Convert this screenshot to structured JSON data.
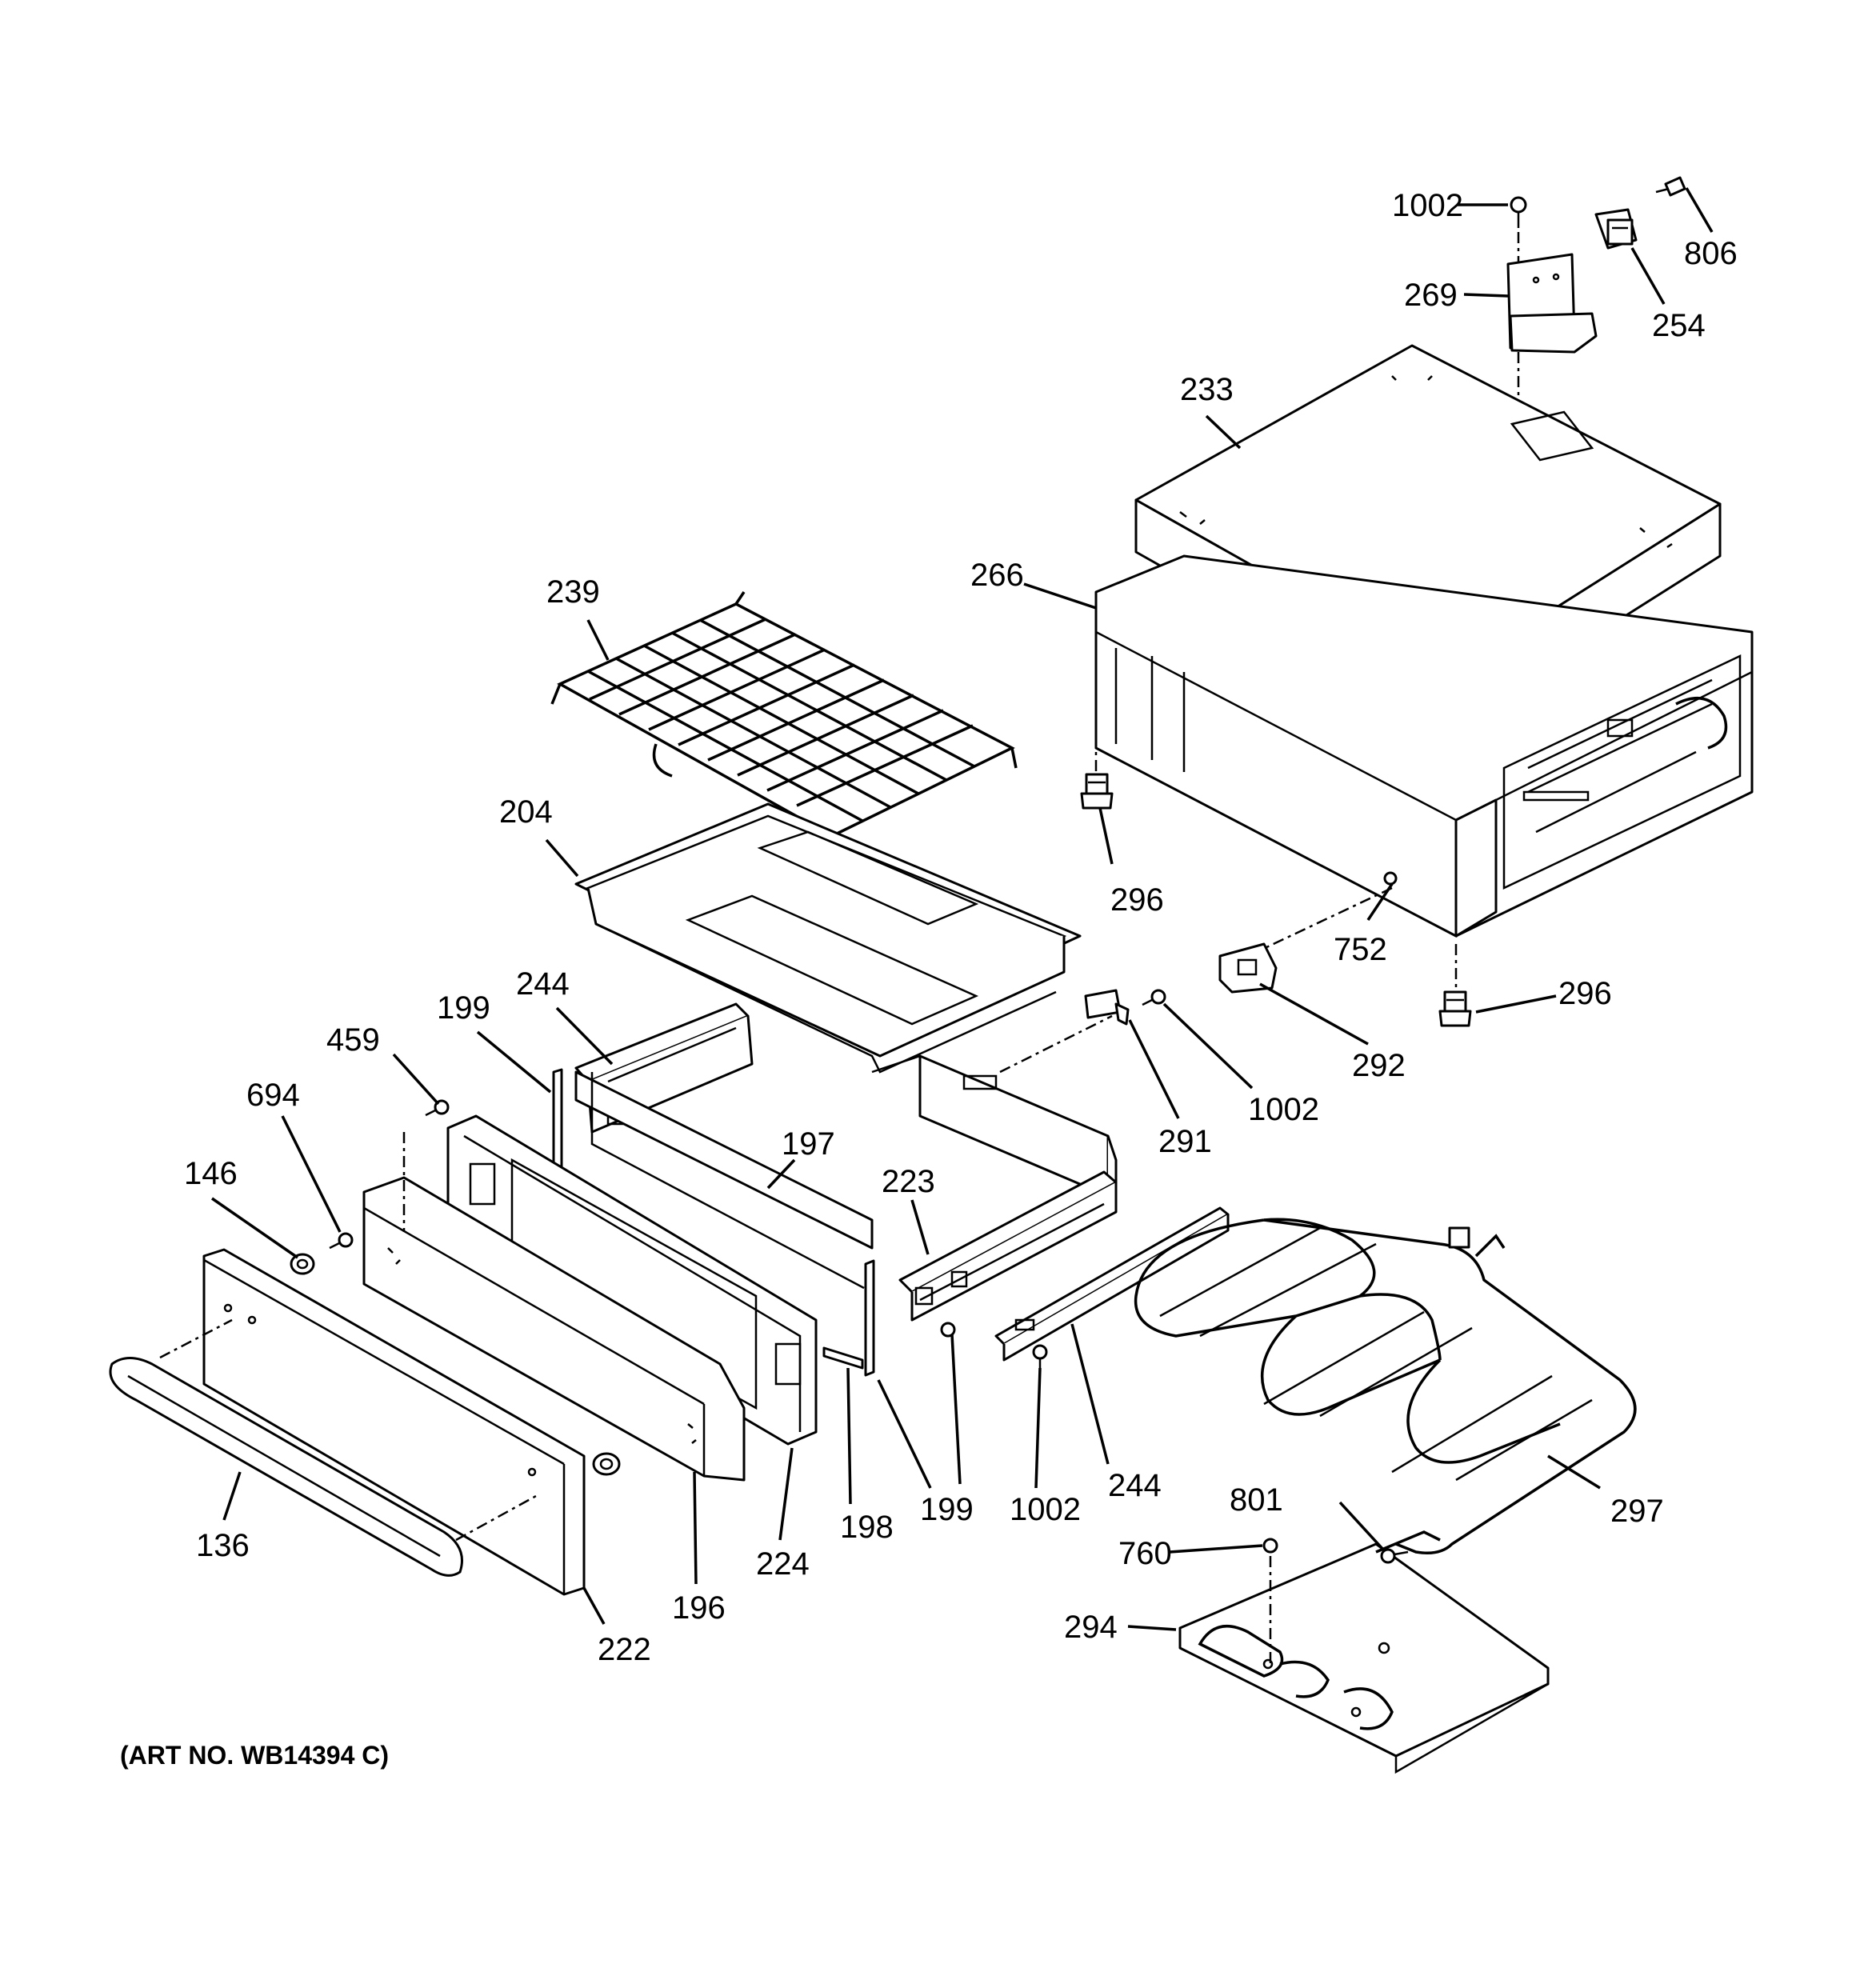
{
  "art_number": "(ART NO. WB14394 C)",
  "labels": {
    "p1002a": "1002",
    "p806": "806",
    "p269": "269",
    "p254": "254",
    "p233": "233",
    "p266": "266",
    "p239": "239",
    "p296a": "296",
    "p204": "204",
    "p752": "752",
    "p244a": "244",
    "p296b": "296",
    "p199a": "199",
    "p292": "292",
    "p459": "459",
    "p291": "291",
    "p1002b": "1002",
    "p694": "694",
    "p197": "197",
    "p146": "146",
    "p223": "223",
    "p199b": "199",
    "p198": "198",
    "p1002c": "1002",
    "p244b": "244",
    "p297": "297",
    "p136": "136",
    "p224": "224",
    "p196": "196",
    "p801": "801",
    "p760": "760",
    "p222": "222",
    "p294": "294"
  }
}
